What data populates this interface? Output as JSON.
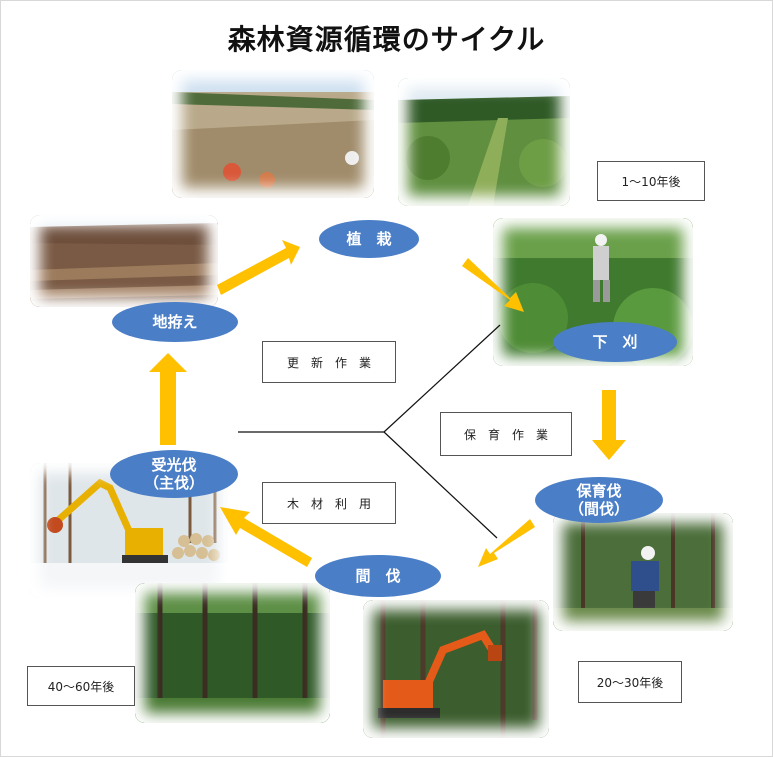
{
  "title": "森林資源循環のサイクル",
  "stages": {
    "planting": "植　栽",
    "weeding": "下　刈",
    "thinning_care": "保育伐\n（間伐）",
    "thinning": "間　伐",
    "final_cut": "受光伐\n（主伐）",
    "site_prep": "地拵え"
  },
  "categories": {
    "renewal": "更　新　作　業",
    "tending": "保　育　作　業",
    "timber": "木　材　利　用"
  },
  "periods": {
    "p1": "1～10年後",
    "p2": "20～30年後",
    "p3": "40～60年後"
  },
  "colors": {
    "ellipse": "#4a7ec7",
    "arrow": "#ffc000"
  }
}
